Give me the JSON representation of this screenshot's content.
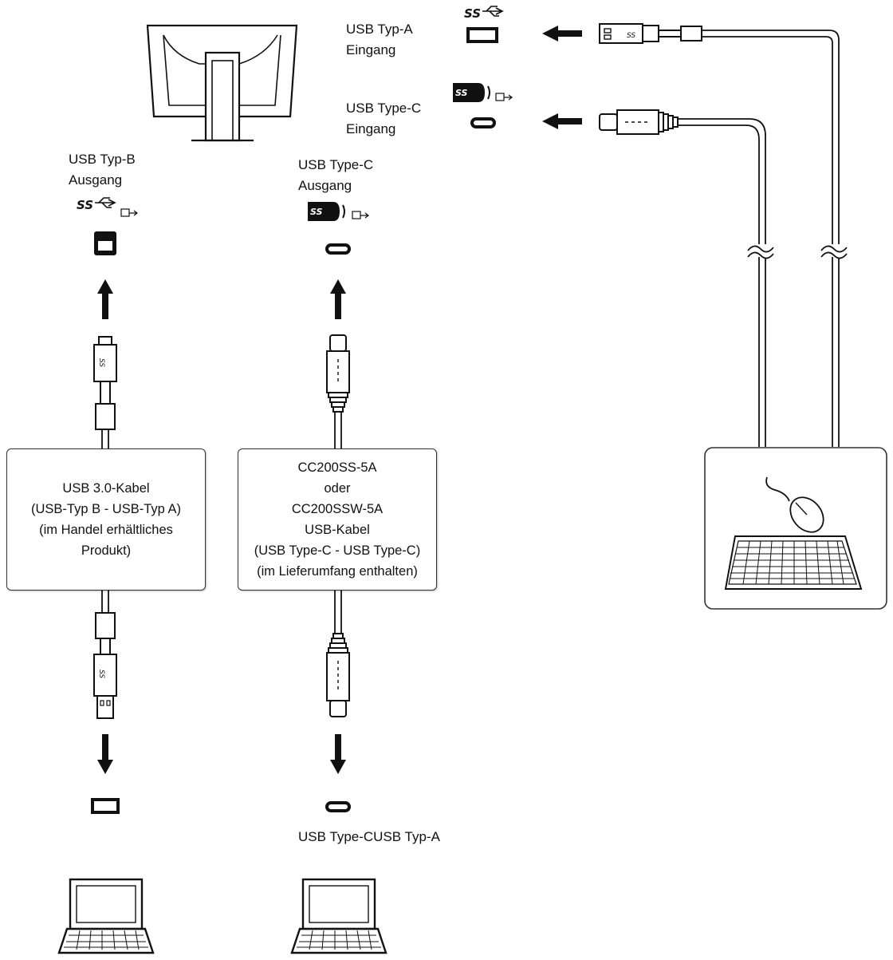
{
  "labels": {
    "usb_a_in_1": "USB Typ-A",
    "usb_a_in_2": "Eingang",
    "usb_c_in_1": "USB Type-C",
    "usb_c_in_2": "Eingang",
    "usb_b_out_1": "USB Typ-B",
    "usb_b_out_2": "Ausgang",
    "usb_c_out_1": "USB Type-C",
    "usb_c_out_2": "Ausgang",
    "bottom_ports": "USB Type-CUSB Typ-A"
  },
  "cable_b_box": [
    "USB 3.0-Kabel",
    "(USB-Typ B - USB-Typ A)",
    "(im Handel erhältliches",
    "Produkt)"
  ],
  "cable_c_box": [
    "CC200SS-5A",
    "oder",
    "CC200SSW-5A",
    "USB-Kabel",
    "(USB Type-C - USB Type-C)",
    "(im Lieferumfang enthalten)"
  ],
  "icons": {
    "ss": "SS"
  },
  "colors": {
    "line": "#111111",
    "cable_fill": "#ffffff",
    "box_border": "#333333"
  }
}
